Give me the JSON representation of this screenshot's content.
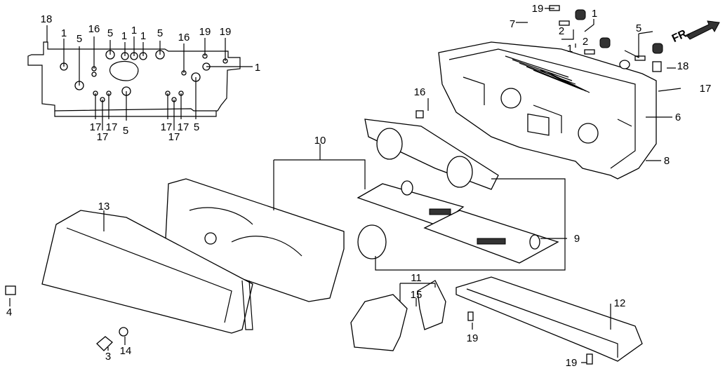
{
  "diagram": {
    "direction_label": "FR.",
    "callouts": [
      "18",
      "1",
      "5",
      "16",
      "5",
      "1",
      "1",
      "1",
      "5",
      "16",
      "19",
      "19",
      "1",
      "17",
      "17",
      "17",
      "5",
      "17",
      "17",
      "17",
      "5",
      "19",
      "7",
      "2",
      "1",
      "2",
      "1",
      "5",
      "18",
      "17",
      "16",
      "6",
      "8",
      "10",
      "9",
      "11",
      "15",
      "12",
      "13",
      "4",
      "3",
      "14",
      "19",
      "19"
    ]
  }
}
